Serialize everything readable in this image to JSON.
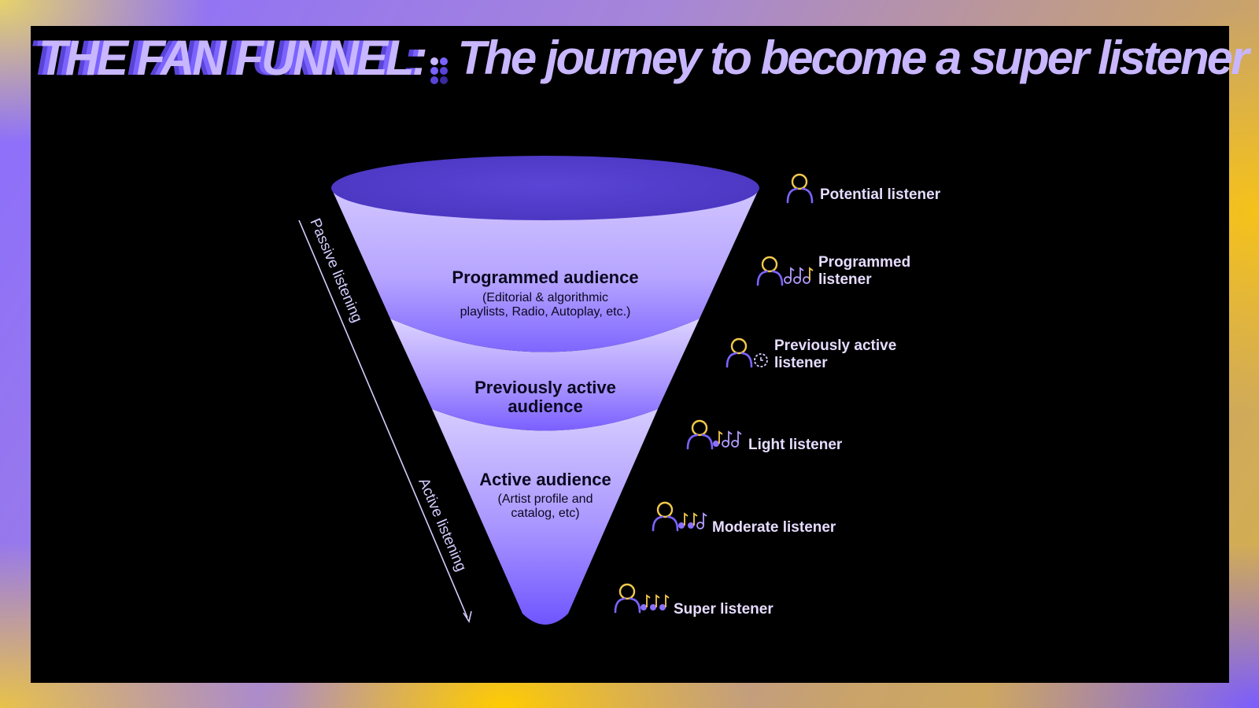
{
  "header": {
    "brand": "THE FAN FUNNEL:",
    "subtitle": "The journey to become a super listener"
  },
  "axis": {
    "passive": "Passive listening",
    "active": "Active listening"
  },
  "segments": [
    {
      "title": "Programmed audience",
      "sub_lines": [
        "(Editorial & algorithmic",
        "playlists, Radio, Autoplay, etc.)"
      ]
    },
    {
      "title_lines": [
        "Previously active",
        "audience"
      ]
    },
    {
      "title": "Active audience",
      "sub_lines": [
        "(Artist profile and",
        "catalog, etc)"
      ]
    }
  ],
  "listeners": [
    {
      "label_lines": [
        "Potential listener"
      ],
      "icon": "person-icon"
    },
    {
      "label_lines": [
        "Programmed",
        "listener"
      ],
      "icon": "person-notes-icon"
    },
    {
      "label_lines": [
        "Previously active",
        "listener"
      ],
      "icon": "person-clock-icon"
    },
    {
      "label_lines": [
        "Light listener"
      ],
      "icon": "person-notes-icon"
    },
    {
      "label_lines": [
        "Moderate listener"
      ],
      "icon": "person-notes-icon"
    },
    {
      "label_lines": [
        "Super listener"
      ],
      "icon": "person-notes-icon"
    }
  ],
  "colors": {
    "accent_purple": "#7b63ff",
    "light_lavender": "#c8b6ff",
    "gold": "#f2c94c",
    "panel": "#000000"
  }
}
